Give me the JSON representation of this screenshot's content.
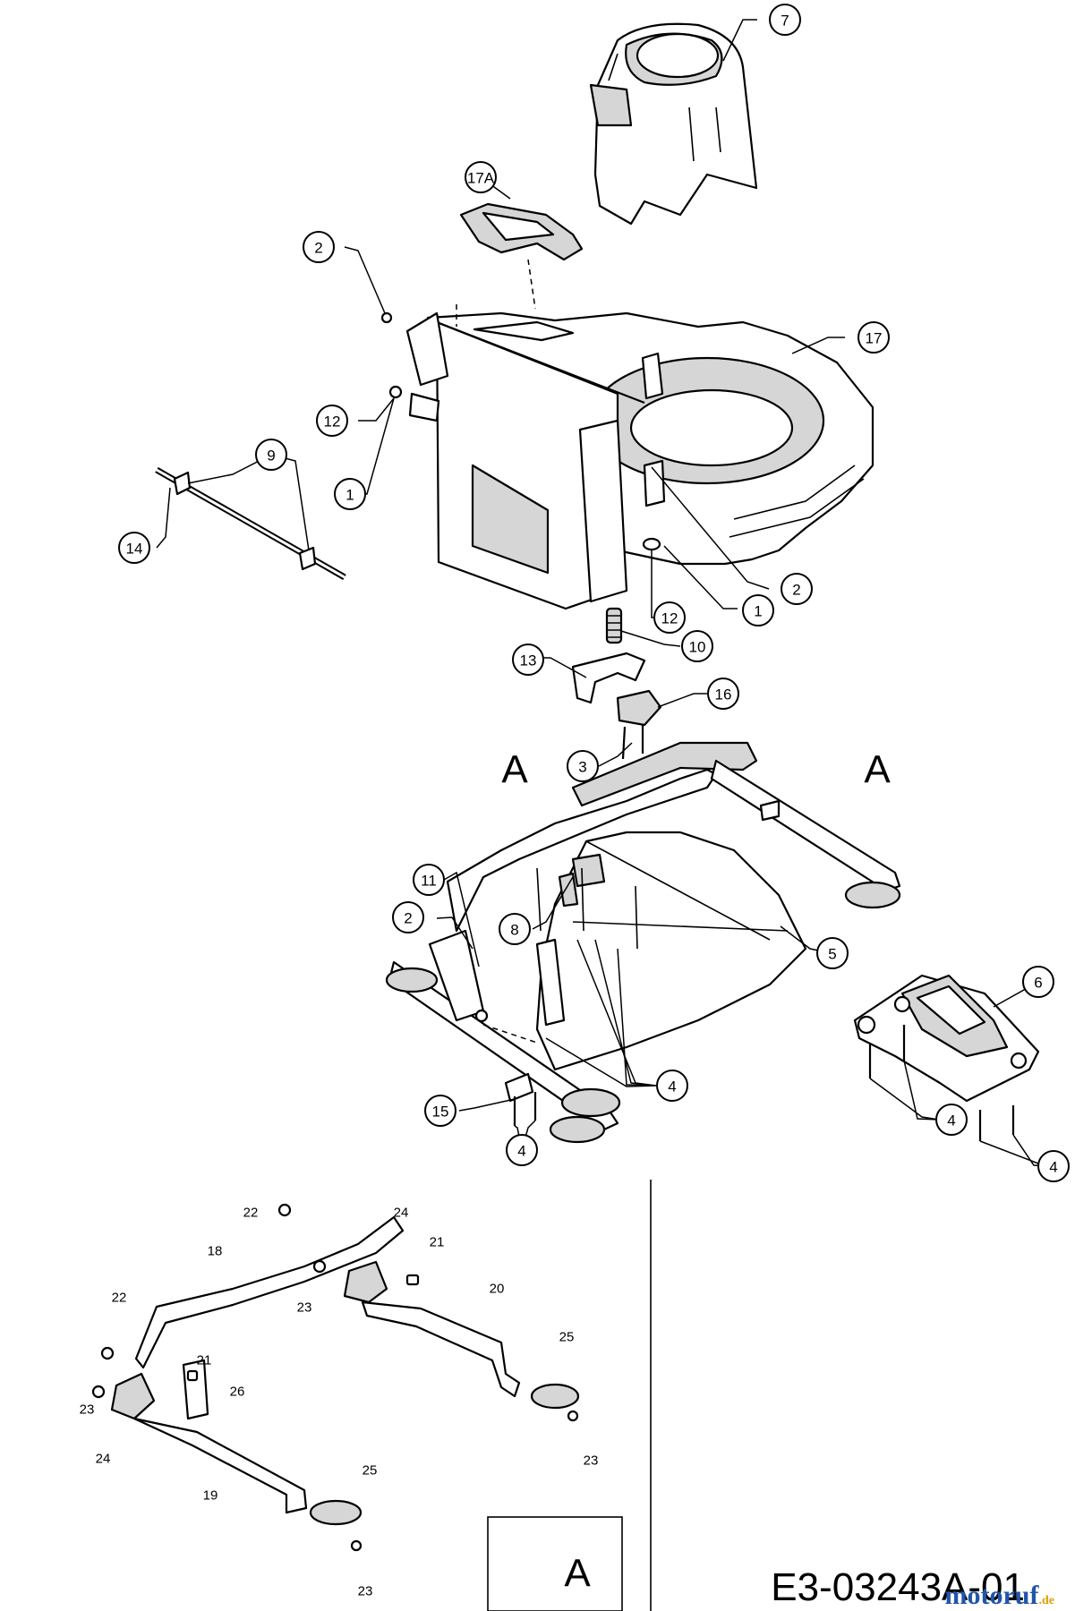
{
  "callouts": [
    {
      "label": "7"
    },
    {
      "label": "17A"
    },
    {
      "label": "2"
    },
    {
      "label": "17"
    },
    {
      "label": "12"
    },
    {
      "label": "1"
    },
    {
      "label": "9"
    },
    {
      "label": "14"
    },
    {
      "label": "2"
    },
    {
      "label": "1"
    },
    {
      "label": "12"
    },
    {
      "label": "10"
    },
    {
      "label": "13"
    },
    {
      "label": "16"
    },
    {
      "label": "3"
    },
    {
      "label": "11"
    },
    {
      "label": "2"
    },
    {
      "label": "8"
    },
    {
      "label": "5"
    },
    {
      "label": "6"
    },
    {
      "label": "4"
    },
    {
      "label": "15"
    },
    {
      "label": "4"
    },
    {
      "label": "4"
    },
    {
      "label": "4"
    }
  ],
  "detail_labels": [
    {
      "label": "22"
    },
    {
      "label": "24"
    },
    {
      "label": "18"
    },
    {
      "label": "21"
    },
    {
      "label": "23"
    },
    {
      "label": "20"
    },
    {
      "label": "22"
    },
    {
      "label": "25"
    },
    {
      "label": "23"
    },
    {
      "label": "21"
    },
    {
      "label": "26"
    },
    {
      "label": "24"
    },
    {
      "label": "23"
    },
    {
      "label": "19"
    },
    {
      "label": "25"
    },
    {
      "label": "23"
    }
  ],
  "section_marks": [
    {
      "label": "A"
    },
    {
      "label": "A"
    }
  ],
  "detail_box_label": "A",
  "drawing_code": "E3-03243A-01",
  "watermark": {
    "brand": "motoruf",
    "suffix": ".de",
    "color_main": "#2255aa",
    "color_accent": "#e0a000"
  }
}
